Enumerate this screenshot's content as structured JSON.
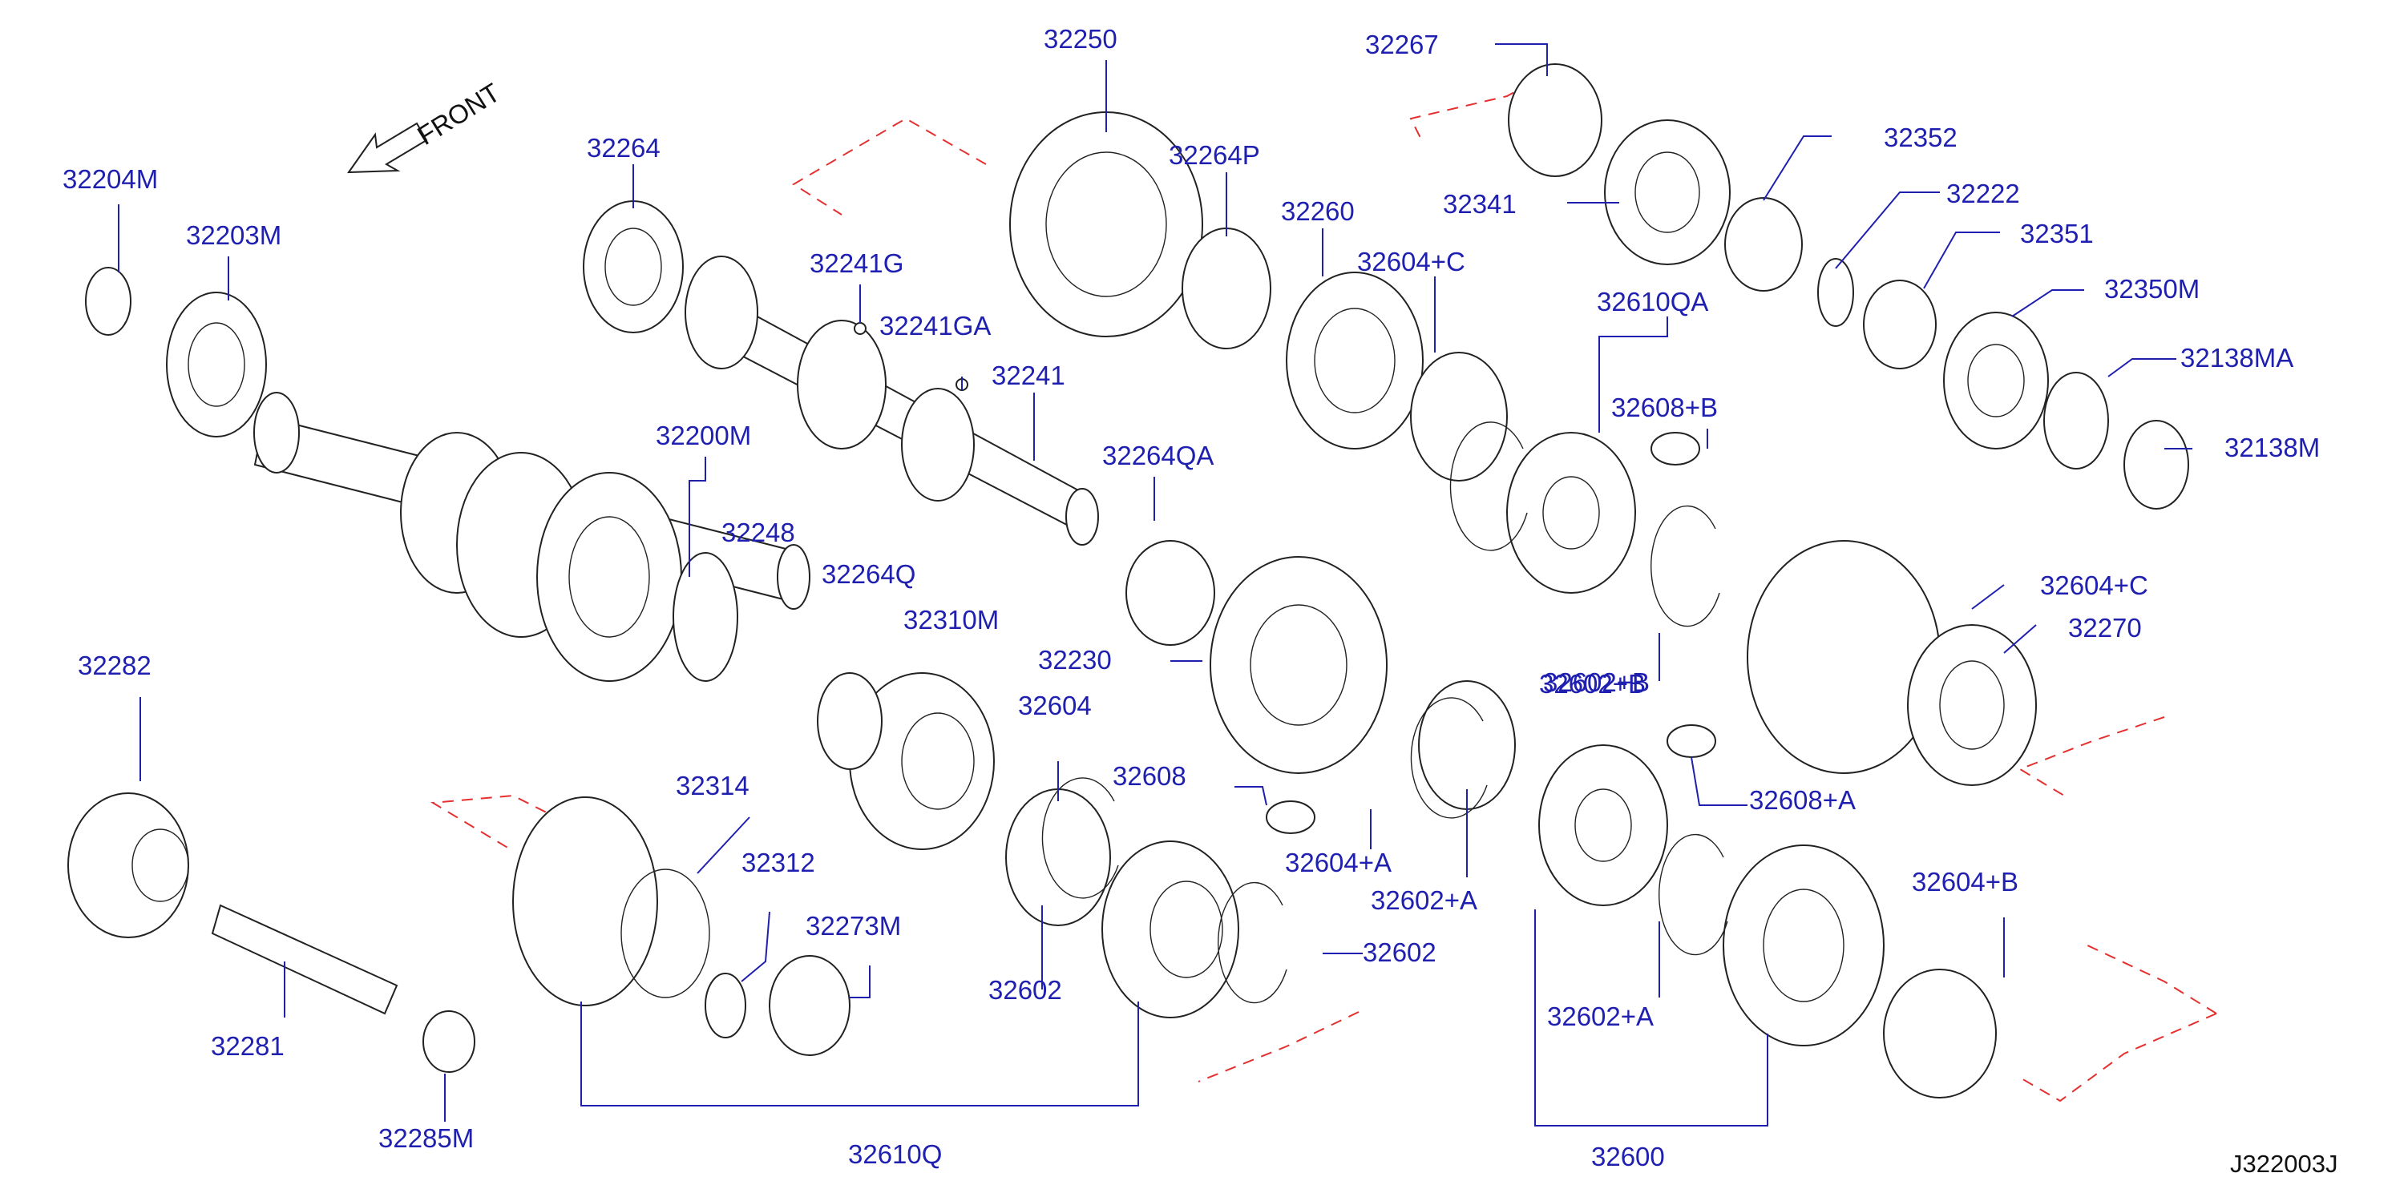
{
  "diagram": {
    "code": "J322003J",
    "front_label": "FRONT",
    "labels": [
      {
        "id": "l01",
        "text": "32250"
      },
      {
        "id": "l02",
        "text": "32267"
      },
      {
        "id": "l03",
        "text": "32204M"
      },
      {
        "id": "l04",
        "text": "32264"
      },
      {
        "id": "l05",
        "text": "32264P"
      },
      {
        "id": "l06",
        "text": "32352"
      },
      {
        "id": "l07",
        "text": "32341"
      },
      {
        "id": "l08",
        "text": "32222"
      },
      {
        "id": "l09",
        "text": "32203M"
      },
      {
        "id": "l10",
        "text": "32260"
      },
      {
        "id": "l11",
        "text": "32351"
      },
      {
        "id": "l12",
        "text": "32241G"
      },
      {
        "id": "l13",
        "text": "32604+C"
      },
      {
        "id": "l14",
        "text": "32350M"
      },
      {
        "id": "l15",
        "text": "32241GA"
      },
      {
        "id": "l16",
        "text": "32610QA"
      },
      {
        "id": "l17",
        "text": "32241"
      },
      {
        "id": "l18",
        "text": "32138MA"
      },
      {
        "id": "l19",
        "text": "32608+B"
      },
      {
        "id": "l20",
        "text": "32200M"
      },
      {
        "id": "l21",
        "text": "32264QA"
      },
      {
        "id": "l22",
        "text": "32138M"
      },
      {
        "id": "l23",
        "text": "32248"
      },
      {
        "id": "l24",
        "text": "32264Q"
      },
      {
        "id": "l25",
        "text": "32310M"
      },
      {
        "id": "l26",
        "text": "32282"
      },
      {
        "id": "l27",
        "text": "32230"
      },
      {
        "id": "l28",
        "text": "32602+B"
      },
      {
        "id": "l29",
        "text": "32604"
      },
      {
        "id": "l30",
        "text": "32314"
      },
      {
        "id": "l31",
        "text": "32608"
      },
      {
        "id": "l32",
        "text": "32608+A"
      },
      {
        "id": "l33",
        "text": "32312"
      },
      {
        "id": "l34",
        "text": "32604+A"
      },
      {
        "id": "l35",
        "text": "32604+B"
      },
      {
        "id": "l36",
        "text": "32273M"
      },
      {
        "id": "l37",
        "text": "32602+A"
      },
      {
        "id": "l38",
        "text": "32602"
      },
      {
        "id": "l39",
        "text": "32602"
      },
      {
        "id": "l40",
        "text": "32602+A"
      },
      {
        "id": "l41",
        "text": "32281"
      },
      {
        "id": "l42",
        "text": "32285M"
      },
      {
        "id": "l43",
        "text": "32610Q"
      },
      {
        "id": "l44",
        "text": "32600"
      },
      {
        "id": "l45",
        "text": "32602+B"
      },
      {
        "id": "l46",
        "text": "32604+C"
      },
      {
        "id": "l47",
        "text": "32270"
      }
    ]
  }
}
